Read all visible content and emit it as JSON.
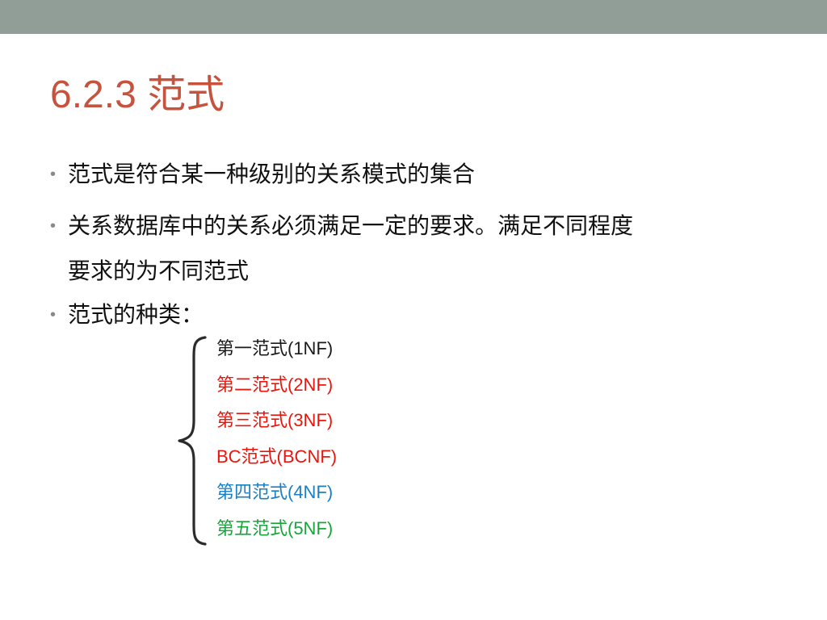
{
  "slide": {
    "title": "6.2.3 范式",
    "bullets": [
      {
        "text": "范式是符合某一种级别的关系模式的集合"
      },
      {
        "line1": "关系数据库中的关系必须满足一定的要求。满足不同程度",
        "line2": "要求的为不同范式"
      },
      {
        "text": "范式的种类："
      }
    ],
    "bullet_glyph": "•",
    "normal_forms": [
      {
        "label": "第一范式(1NF)",
        "color": "#1a1a1a"
      },
      {
        "label": "第二范式(2NF)",
        "color": "#e8160c"
      },
      {
        "label": "第三范式(3NF)",
        "color": "#e8160c"
      },
      {
        "label": "BC范式(BCNF)",
        "color": "#e8160c"
      },
      {
        "label": "第四范式(4NF)",
        "color": "#1b7fc4"
      },
      {
        "label": "第五范式(5NF)",
        "color": "#17a53c"
      }
    ]
  },
  "colors": {
    "top_bar": "#909e97",
    "title": "#c5533d",
    "body_text": "#111111",
    "bullet": "#8a8a8a"
  }
}
